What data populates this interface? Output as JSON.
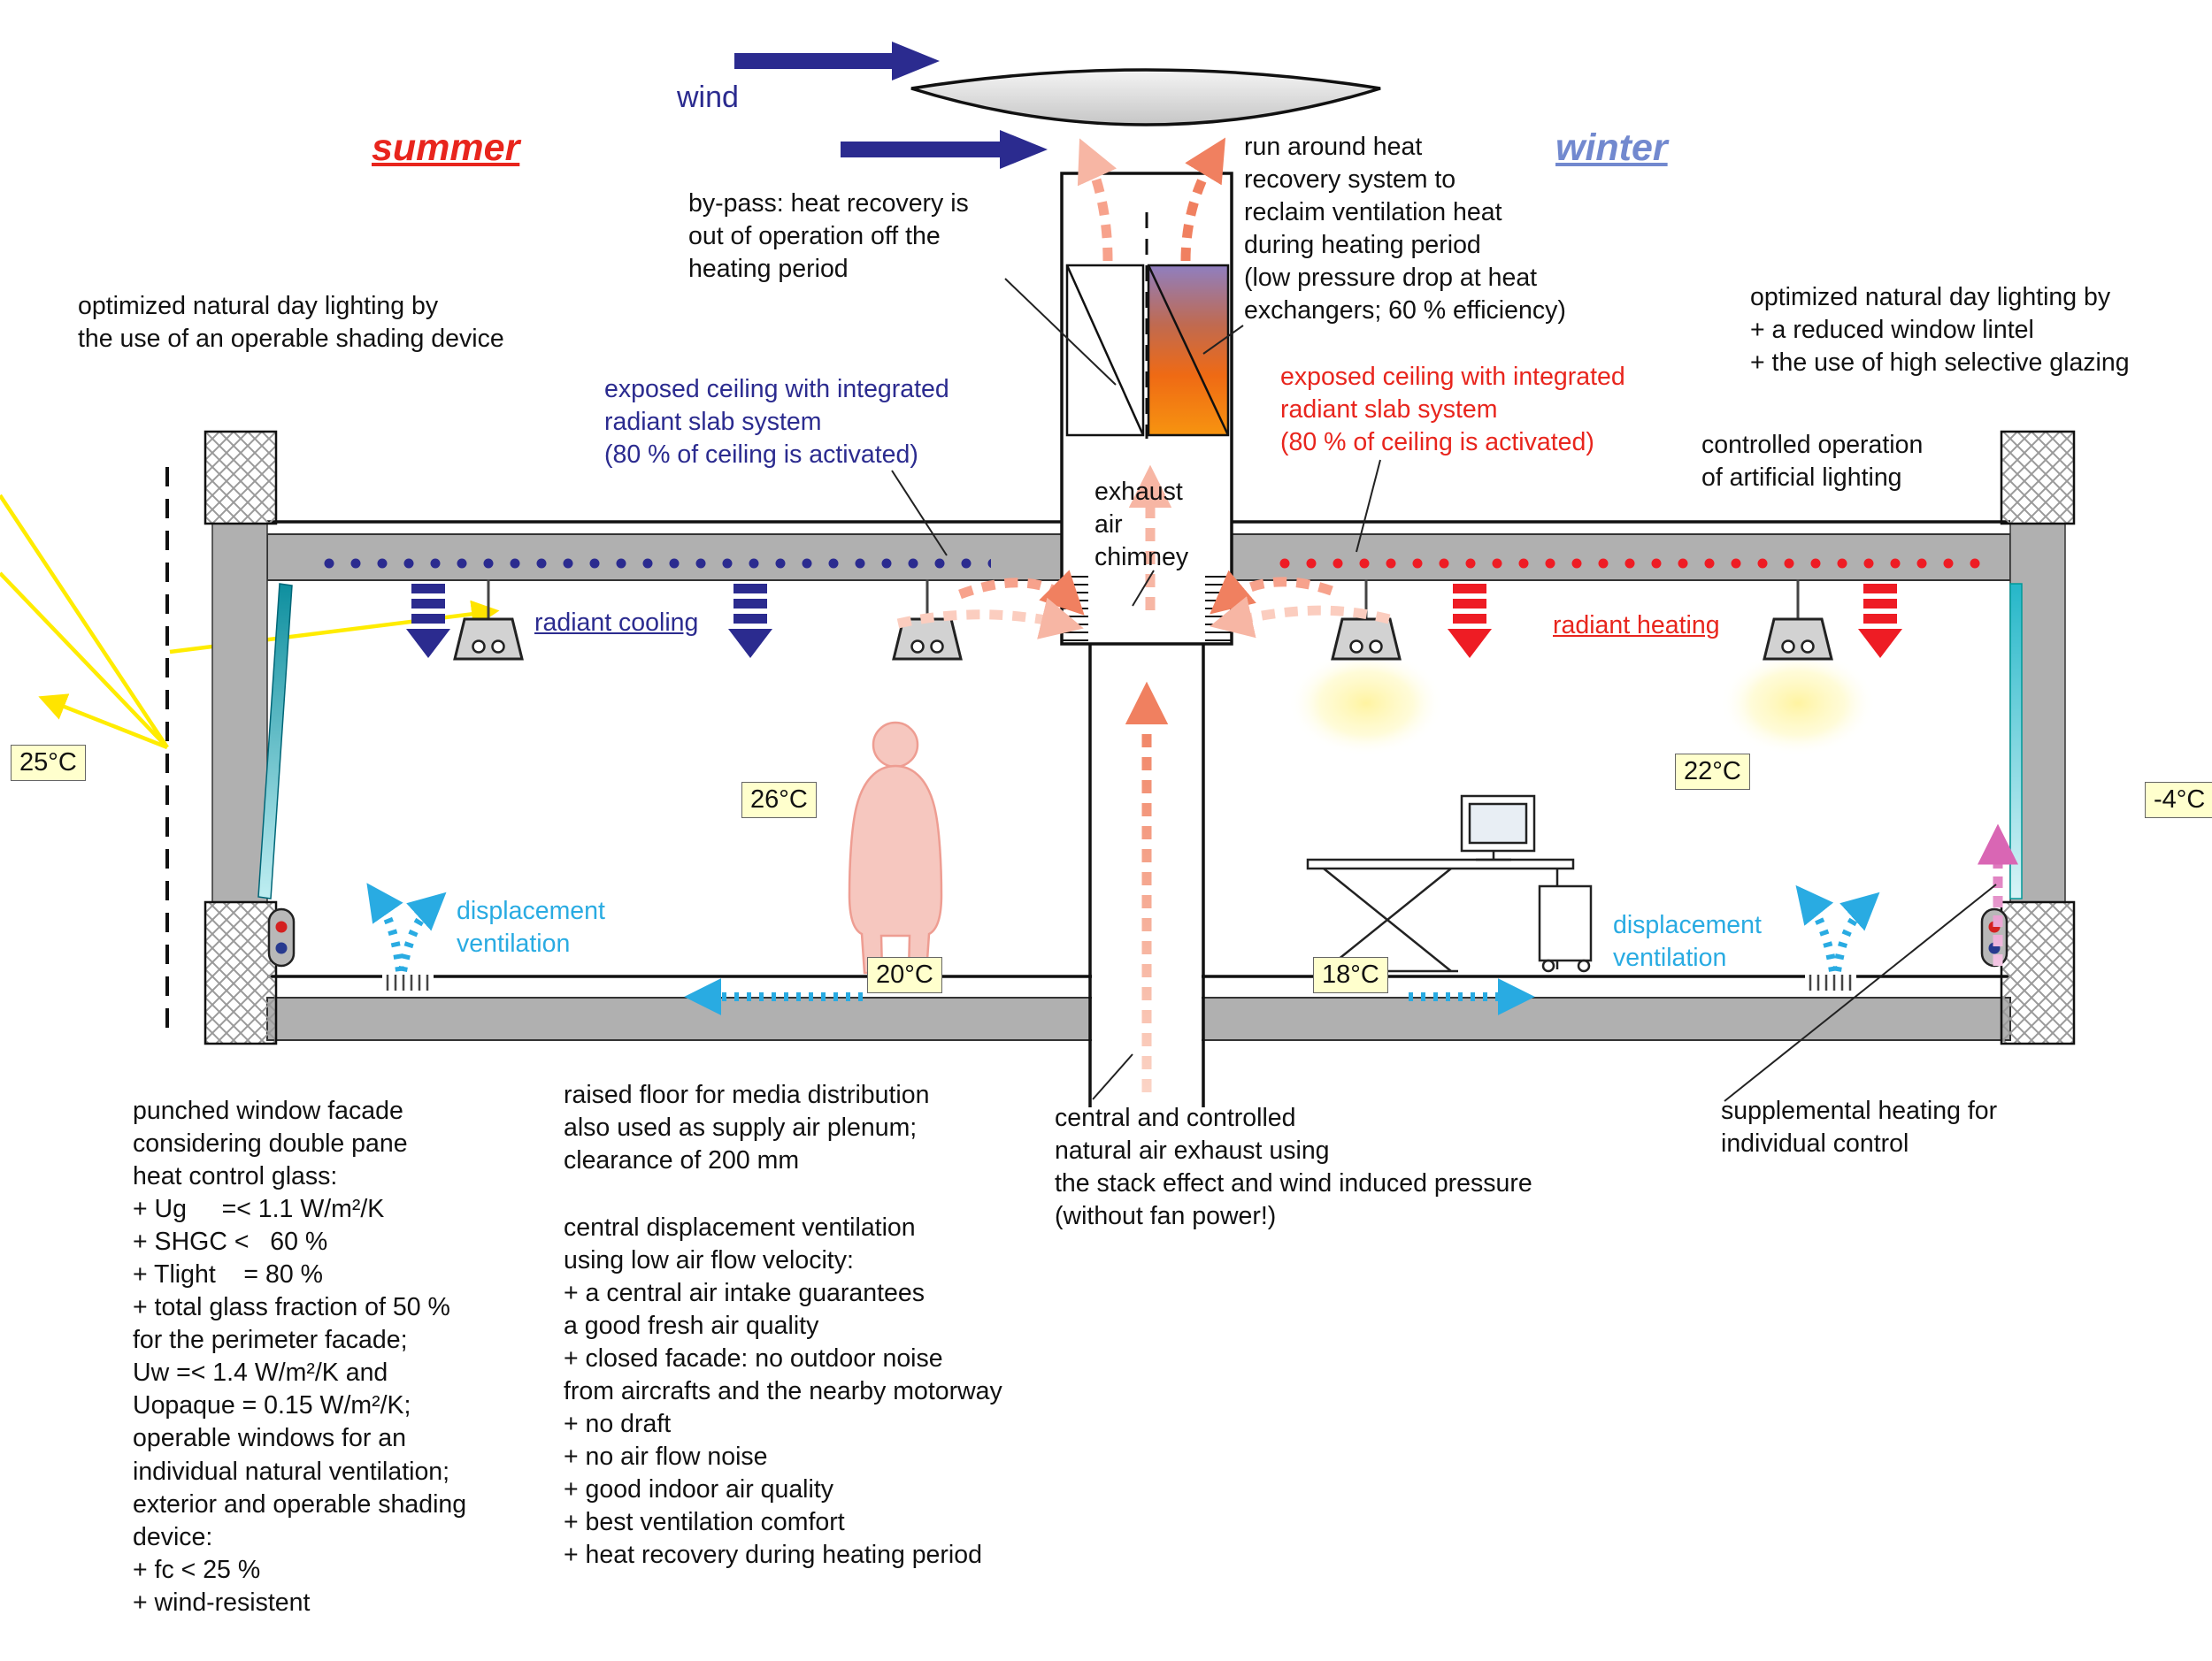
{
  "diagram_title": "office building climate concept cross-section (summer / winter)",
  "seasons": {
    "summer": "summer",
    "winter": "winter"
  },
  "wind_label": "wind",
  "annotations": {
    "bypass": "by-pass: heat recovery is\nout of operation off the\nheating period",
    "run_around_hx": "run around heat\nrecovery system to\nreclaim ventilation heat\nduring heating period\n(low pressure drop at heat\nexchangers; 60 % efficiency)",
    "daylighting_summer": "optimized natural day lighting by\nthe use of an operable shading device",
    "daylighting_winter": "optimized natural day lighting by\n+ a reduced window lintel\n+ the use of high selective glazing",
    "exposed_ceiling_summer": "exposed ceiling with integrated\nradiant slab system\n(80 % of ceiling is activated)",
    "exposed_ceiling_winter": "exposed ceiling with integrated\nradiant slab system\n(80 % of ceiling is activated)",
    "artificial_lighting": "controlled operation\nof artificial lighting",
    "exhaust_air_chimney": "exhaust\nair\nchimney",
    "radiant_cooling": "radiant cooling",
    "radiant_heating": "radiant heating",
    "displacement_ventilation_summer": "displacement\nventilation",
    "displacement_ventilation_winter": "displacement\nventilation",
    "punched_window_facade": "punched window facade\nconsidering double pane\nheat control glass:\n+ Ug     =< 1.1 W/m²/K\n+ SHGC <   60 %\n+ Tlight    = 80 %\n+ total glass fraction of 50 %\nfor the perimeter facade;\nUw =< 1.4 W/m²/K and\nUopaque = 0.15 W/m²/K;\noperable windows for an\nindividual natural ventilation;\nexterior and operable shading\ndevice:\n+ fc < 25 %\n+ wind-resistent",
    "raised_floor": "raised floor for media distribution\nalso used as supply air plenum;\nclearance of 200 mm",
    "central_displacement": "central displacement ventilation\nusing low air flow velocity:\n+ a central air intake guarantees\na good fresh air quality\n+ closed facade: no outdoor noise\nfrom aircrafts and the nearby motorway\n+ no draft\n+ no air flow noise\n+ good indoor air quality\n+ best ventilation comfort\n+ heat recovery during heating period",
    "central_exhaust": "central and controlled\nnatural air exhaust using\nthe stack effect and wind induced pressure\n(without fan power!)",
    "supplemental_heating": "supplemental heating for\nindividual control"
  },
  "temperatures": {
    "outdoor_summer": "25°C",
    "room_summer": "26°C",
    "supply_summer": "20°C",
    "supply_winter": "18°C",
    "room_winter": "22°C",
    "outdoor_winter": "-4°C"
  },
  "colors": {
    "summer_accent": "#e8251d",
    "winter_accent": "#7289cf",
    "navy": "#2b2b8f",
    "red": "#ee1c24",
    "cyan": "#29abe2",
    "salmon": "#f08060",
    "pink": "#d966b4",
    "note_yellow": "#ffffcd",
    "wall_gray": "#b0b0b0"
  }
}
